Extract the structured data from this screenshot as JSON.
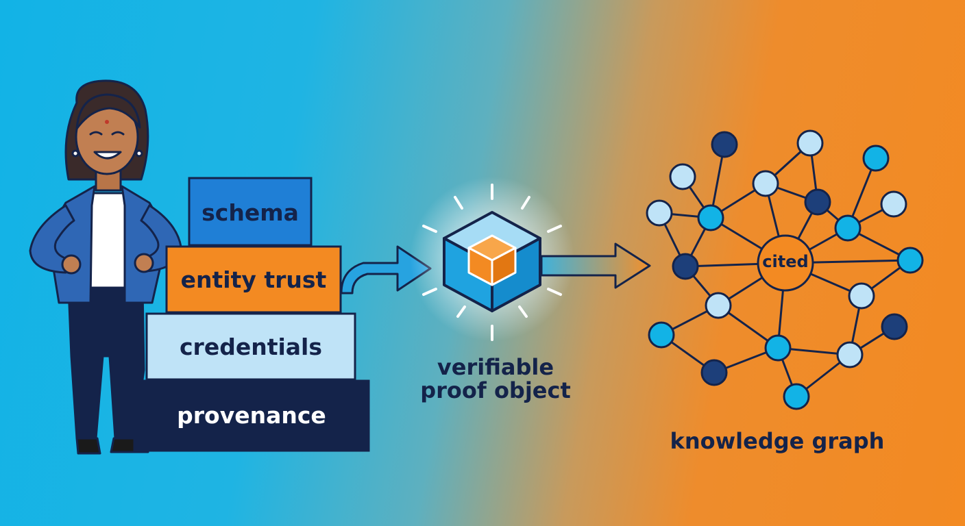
{
  "stack": {
    "schema": "schema",
    "entity_trust": "entity trust",
    "credentials": "credentials",
    "provenance": "provenance"
  },
  "proof": {
    "line1": "verifiable",
    "line2": "proof object"
  },
  "graph": {
    "center_label": "cited",
    "caption": "knowledge graph"
  },
  "colors": {
    "navy": "#14234a",
    "blue": "#1f7fd6",
    "orange": "#f38a22",
    "light_blue": "#bfe3f7",
    "cyan": "#12b3e6",
    "dark_node": "#1d3f7a"
  }
}
